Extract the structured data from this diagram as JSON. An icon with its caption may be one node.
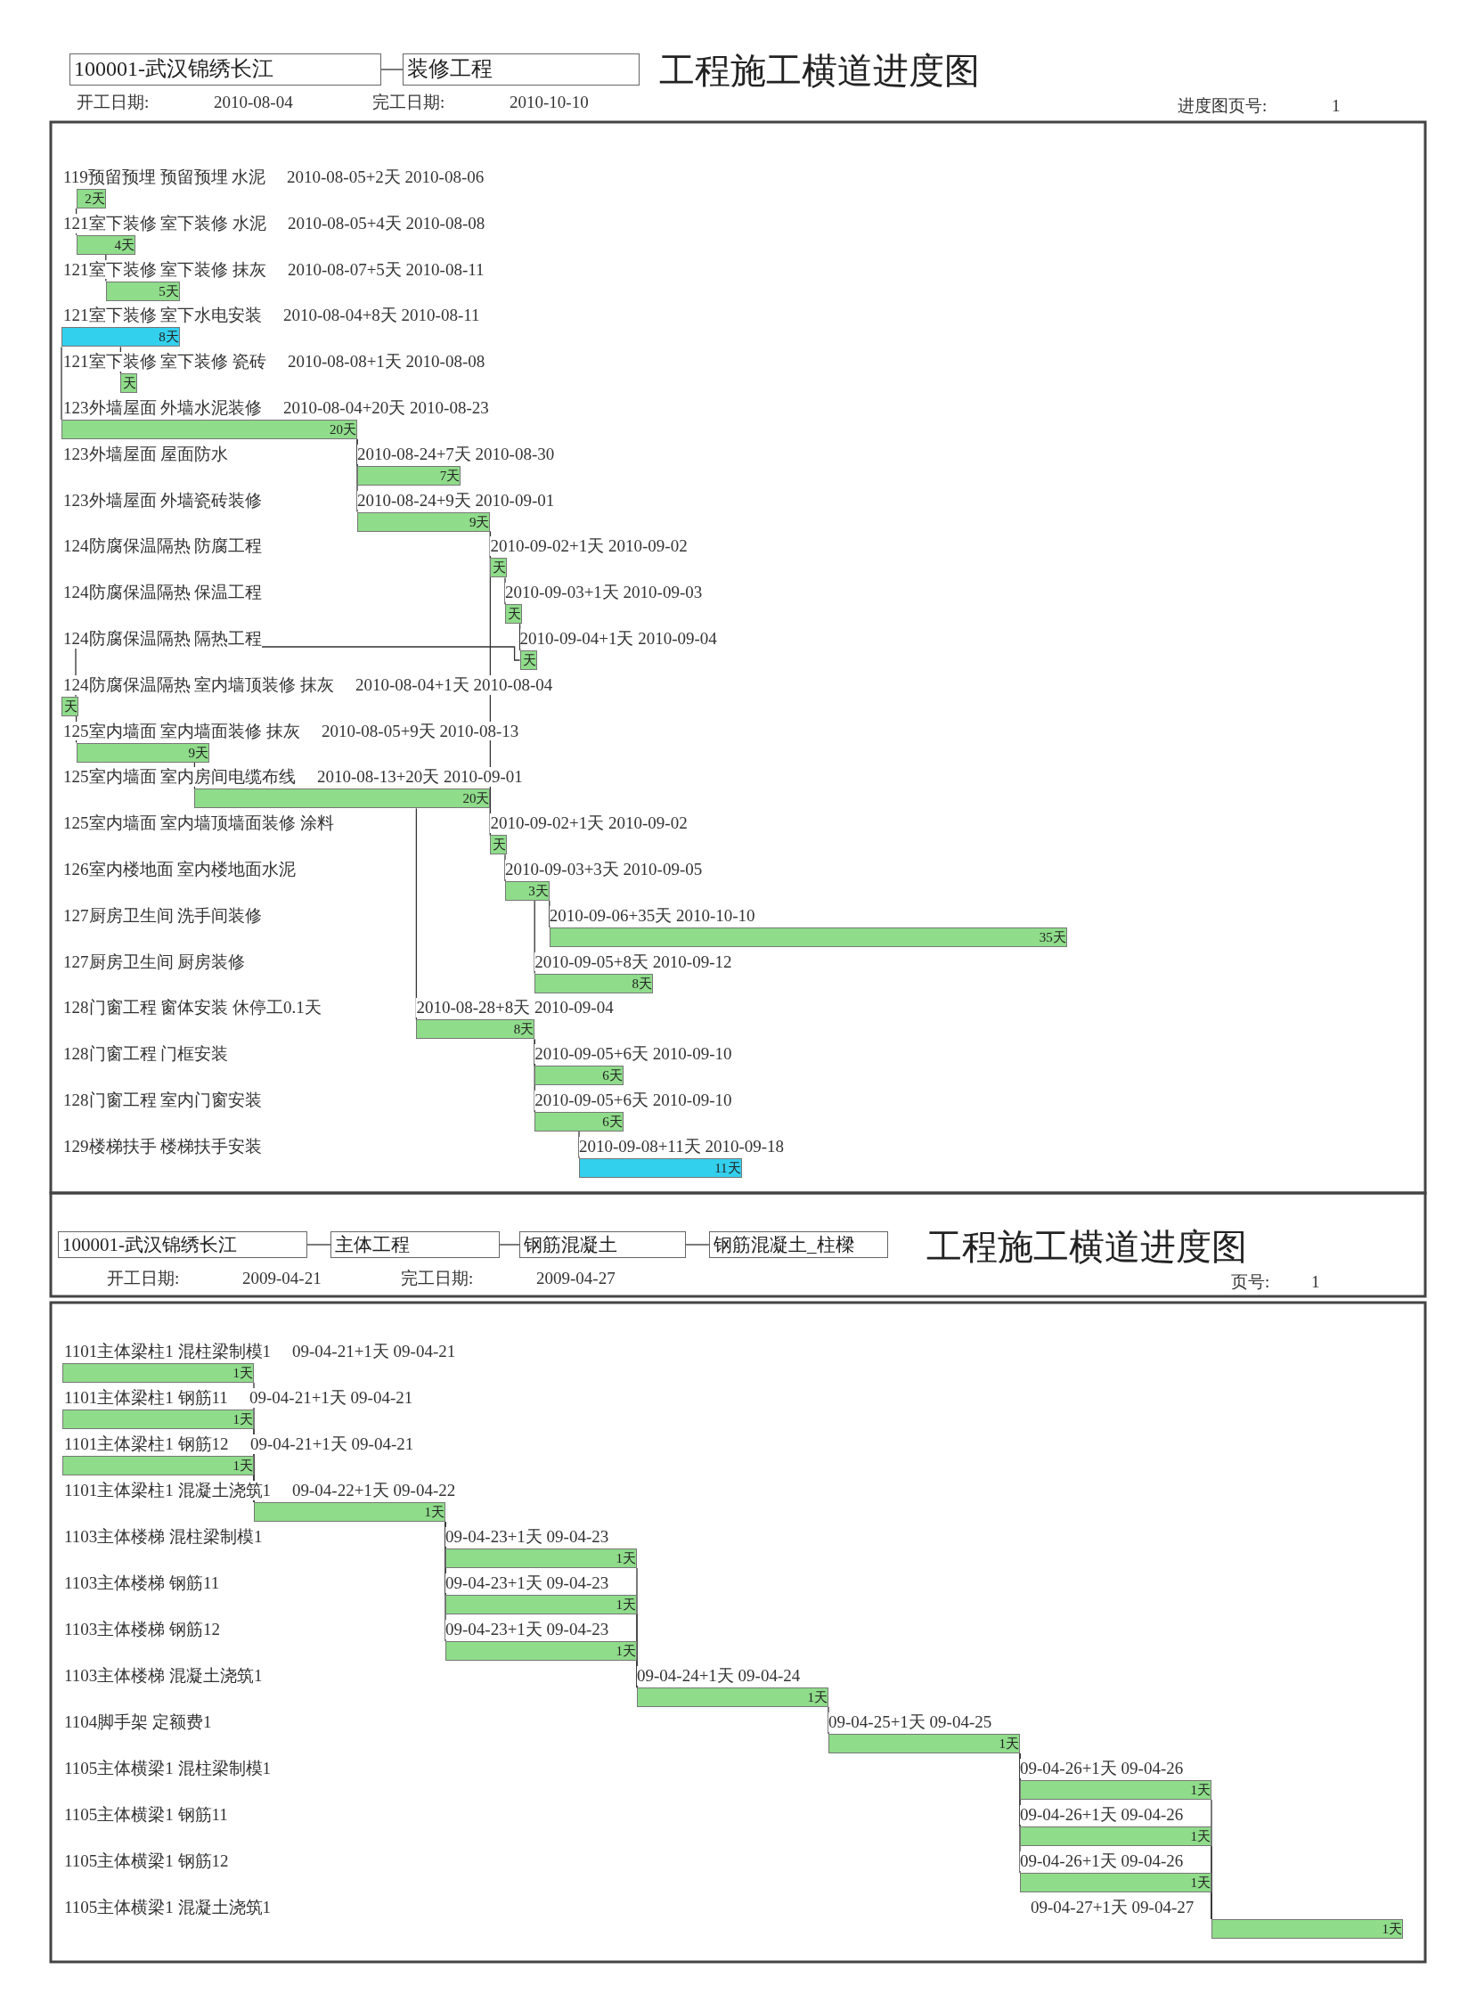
{
  "diagram": {
    "nodes": [
      {
        "text": [
          "100001-武汉锦绣长江"
        ]
      },
      {
        "text": [
          "装修工程"
        ]
      },
      {
        "text": [
          "2天"
        ]
      },
      {
        "text": [
          "4天"
        ]
      },
      {
        "text": [
          "5天"
        ]
      },
      {
        "text": [
          "8天"
        ]
      },
      {
        "text": [
          "天"
        ]
      },
      {
        "text": [
          "20天"
        ]
      },
      {
        "text": [
          "7天"
        ]
      },
      {
        "text": [
          "9天"
        ]
      },
      {
        "text": [
          "天"
        ]
      },
      {
        "text": [
          "天"
        ]
      },
      {
        "text": [
          "天"
        ]
      },
      {
        "text": [
          "天"
        ]
      },
      {
        "text": [
          "9天"
        ]
      },
      {
        "text": [
          "20天"
        ]
      },
      {
        "text": [
          "天"
        ]
      },
      {
        "text": [
          "3天"
        ]
      },
      {
        "text": [
          "35天"
        ]
      },
      {
        "text": [
          "8天"
        ]
      },
      {
        "text": [
          "8天"
        ]
      },
      {
        "text": [
          "6天"
        ]
      },
      {
        "text": [
          "6天"
        ]
      },
      {
        "text": [
          "11天"
        ]
      },
      {
        "text": [
          "100001-武汉锦绣长江"
        ]
      },
      {
        "text": [
          "主体工程"
        ]
      },
      {
        "text": [
          "钢筋混凝土"
        ]
      },
      {
        "text": [
          "钢筋混凝土_柱樑"
        ]
      },
      {
        "text": [
          "1天"
        ]
      },
      {
        "text": [
          "1天"
        ]
      },
      {
        "text": [
          "1天"
        ]
      },
      {
        "text": [
          "1天"
        ]
      },
      {
        "text": [
          "1天"
        ]
      },
      {
        "text": [
          "1天"
        ]
      },
      {
        "text": [
          "1天"
        ]
      },
      {
        "text": [
          "1天"
        ]
      },
      {
        "text": [
          "1天"
        ]
      },
      {
        "text": [
          "1天"
        ]
      },
      {
        "text": [
          "1天"
        ]
      },
      {
        "text": [
          "1天"
        ]
      },
      {
        "text": [
          "1天"
        ]
      }
    ],
    "edges": [
      {
        "from": 0,
        "to": 1,
        "arrow": "none"
      },
      {
        "from": 2,
        "to": 3,
        "arrow": "none"
      },
      {
        "from": 3,
        "to": 4,
        "arrow": "none"
      },
      {
        "from": 5,
        "to": 6,
        "arrow": "none"
      },
      {
        "from": 5,
        "to": 7,
        "arrow": "none"
      },
      {
        "from": 7,
        "to": 8,
        "arrow": "none"
      },
      {
        "from": 7,
        "to": 9,
        "arrow": "none"
      },
      {
        "from": 9,
        "to": 10,
        "arrow": "none"
      },
      {
        "from": 10,
        "to": 11,
        "arrow": "none"
      },
      {
        "from": 11,
        "to": 12,
        "arrow": "none"
      },
      {
        "from": 12,
        "to": 13,
        "arrow": "none"
      },
      {
        "from": 13,
        "to": 14,
        "arrow": "none"
      },
      {
        "from": 14,
        "to": 15,
        "arrow": "none"
      },
      {
        "from": 9,
        "to": 16,
        "arrow": "none"
      },
      {
        "from": 15,
        "to": 16,
        "arrow": "none"
      },
      {
        "from": 15,
        "to": 20,
        "arrow": "none"
      },
      {
        "from": 16,
        "to": 17,
        "arrow": "none"
      },
      {
        "from": 17,
        "to": 18,
        "arrow": "none"
      },
      {
        "from": 17,
        "to": 19,
        "arrow": "none"
      },
      {
        "from": 20,
        "to": 21,
        "arrow": "none"
      },
      {
        "from": 20,
        "to": 22,
        "arrow": "none"
      },
      {
        "from": 22,
        "to": 23,
        "arrow": "none"
      },
      {
        "from": 24,
        "to": 25,
        "arrow": "none"
      },
      {
        "from": 25,
        "to": 26,
        "arrow": "none"
      },
      {
        "from": 26,
        "to": 27,
        "arrow": "none"
      },
      {
        "from": 28,
        "to": 31,
        "arrow": "none"
      },
      {
        "from": 29,
        "to": 31,
        "arrow": "none"
      },
      {
        "from": 30,
        "to": 31,
        "arrow": "none"
      },
      {
        "from": 31,
        "to": 32,
        "arrow": "none"
      },
      {
        "from": 31,
        "to": 33,
        "arrow": "none"
      },
      {
        "from": 31,
        "to": 34,
        "arrow": "none"
      },
      {
        "from": 32,
        "to": 35,
        "arrow": "none"
      },
      {
        "from": 33,
        "to": 35,
        "arrow": "none"
      },
      {
        "from": 34,
        "to": 35,
        "arrow": "none"
      },
      {
        "from": 35,
        "to": 36,
        "arrow": "none"
      },
      {
        "from": 36,
        "to": 37,
        "arrow": "none"
      },
      {
        "from": 36,
        "to": 38,
        "arrow": "none"
      },
      {
        "from": 36,
        "to": 39,
        "arrow": "none"
      },
      {
        "from": 37,
        "to": 40,
        "arrow": "none"
      },
      {
        "from": 38,
        "to": 40,
        "arrow": "none"
      },
      {
        "from": 39,
        "to": 40,
        "arrow": "none"
      }
    ],
    "labels": [
      "工程施工横道进度图",
      "开工日期:",
      "2010-08-04",
      "完工日期:",
      "2010-10-10",
      "进度图页号:",
      "1",
      "119预留预埋 预留预埋 水泥",
      "2010-08-05+2天 2010-08-06",
      "121室下装修 室下装修 水泥",
      "2010-08-05+4天 2010-08-08",
      "121室下装修 室下装修 抹灰",
      "2010-08-07+5天 2010-08-11",
      "121室下装修 室下水电安装",
      "2010-08-04+8天 2010-08-11",
      "121室下装修 室下装修 瓷砖",
      "2010-08-08+1天 2010-08-08",
      "123外墙屋面 外墙水泥装修",
      "2010-08-04+20天 2010-08-23",
      "123外墙屋面 屋面防水",
      "2010-08-24+7天 2010-08-30",
      "123外墙屋面 外墙瓷砖装修",
      "2010-08-24+9天 2010-09-01",
      "124防腐保温隔热 防腐工程",
      "2010-09-02+1天 2010-09-02",
      "124防腐保温隔热 保温工程",
      "2010-09-03+1天 2010-09-03",
      "124防腐保温隔热 隔热工程",
      "2010-09-04+1天 2010-09-04",
      "124防腐保温隔热 室内墙顶装修 抹灰",
      "2010-08-04+1天 2010-08-04",
      "125室内墙面 室内墙面装修 抹灰",
      "2010-08-05+9天 2010-08-13",
      "125室内墙面 室内房间电缆布线",
      "2010-08-13+20天 2010-09-01",
      "125室内墙面 室内墙顶墙面装修 涂料",
      "2010-09-02+1天 2010-09-02",
      "126室内楼地面 室内楼地面水泥",
      "2010-09-03+3天 2010-09-05",
      "127厨房卫生间 洗手间装修",
      "2010-09-06+35天 2010-10-10",
      "127厨房卫生间 厨房装修",
      "2010-09-05+8天 2010-09-12",
      "128门窗工程 窗体安装 休停工0.1天",
      "2010-08-28+8天 2010-09-04",
      "128门窗工程 门框安装",
      "2010-09-05+6天 2010-09-10",
      "128门窗工程 室内门窗安装",
      "2010-09-05+6天 2010-09-10",
      "129楼梯扶手 楼梯扶手安装",
      "2010-09-08+11天 2010-09-18",
      "工程施工横道进度图",
      "开工日期:",
      "2009-04-21",
      "完工日期:",
      "2009-04-27",
      "页号:",
      "1",
      "1101主体梁柱1 混柱梁制模1",
      "09-04-21+1天 09-04-21",
      "1101主体梁柱1 钢筋11",
      "09-04-21+1天 09-04-21",
      "1101主体梁柱1 钢筋12",
      "09-04-21+1天 09-04-21",
      "1101主体梁柱1 混凝土浇筑1",
      "09-04-22+1天 09-04-22",
      "1103主体楼梯 混柱梁制模1",
      "09-04-23+1天 09-04-23",
      "1103主体楼梯 钢筋11",
      "09-04-23+1天 09-04-23",
      "1103主体楼梯 钢筋12",
      "09-04-23+1天 09-04-23",
      "1103主体楼梯 混凝土浇筑1",
      "09-04-24+1天 09-04-24",
      "1104脚手架 定额费1",
      "09-04-25+1天 09-04-25",
      "1105主体横梁1 混柱梁制模1",
      "09-04-26+1天 09-04-26",
      "1105主体横梁1 钢筋11",
      "09-04-26+1天 09-04-26",
      "1105主体横梁1 钢筋12",
      "09-04-26+1天 09-04-26",
      "1105主体横梁1 混凝土浇筑1",
      "09-04-27+1天 09-04-27"
    ]
  }
}
